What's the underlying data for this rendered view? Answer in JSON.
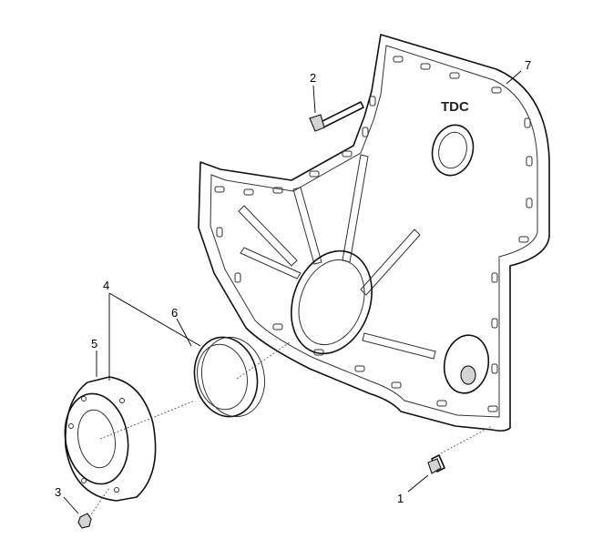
{
  "cover_text": "TDC",
  "callouts": {
    "c1": "1",
    "c2": "2",
    "c3": "3",
    "c4": "4",
    "c5": "5",
    "c6": "6",
    "c7": "7"
  }
}
